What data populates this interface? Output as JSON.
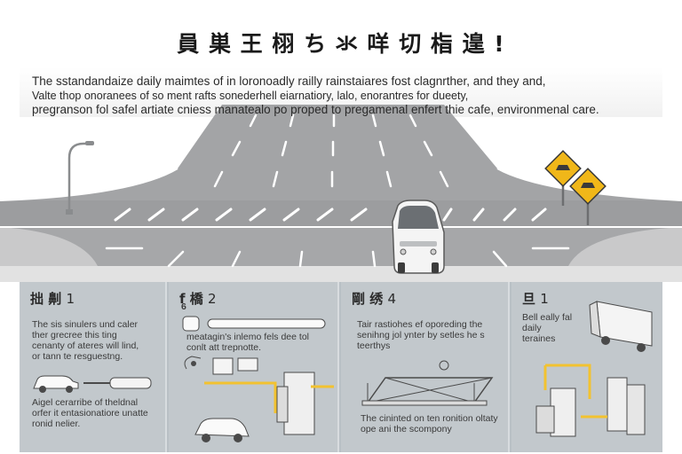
{
  "title": "員 巣 王 栩 ち 氺 咩 切 栺 遑 !",
  "intro": {
    "line1": "The sstandandaize daily maimtes of in loronoadly railly rainstaiares fost clagnrther, and they and,",
    "line2": "Valte thop onoranees of so ment rafts sonederhell eiarnatiory, lalo, enorantres for dueety,",
    "line3": "pregranson fol safel artiate cniess manatealo po proped to pregamenal enfert thie cafe, environmenal care."
  },
  "panels": [
    {
      "head_glyph": "拙 劓",
      "head_num": "1",
      "text1": "The sis sinulers und caler ther grecree this ting cenanty of ateres will lind, or tann te resguestng.",
      "text2": "Aigel cerarribe of theldnal orfer it entasionatiore unatte ronid nelier."
    },
    {
      "head_glyph": "f 橋",
      "head_num": "2",
      "text1": "meatagin's inlemo fels dee tol conlt att trepnotte.",
      "badge": "6"
    },
    {
      "head_glyph": "剛 绣",
      "head_num": "4",
      "text1": "Tair rastiohes ef oporeding the senihng jol ynter by setles he s teerthys",
      "text2": "The cininted on ten ronition oltaty ope ani the scompony"
    },
    {
      "head_glyph": "旦",
      "head_num": "1",
      "text1": "Bell eally fal daily teraines"
    }
  ],
  "colors": {
    "road": "#a3a4a6",
    "road_dark": "#97989a",
    "sidewalk": "#d6d6d6",
    "lane_marking": "#ffffff",
    "sign_yellow": "#f0b719",
    "panel_bg": "#c2c8cc",
    "accent_yellow": "#f2c230"
  }
}
